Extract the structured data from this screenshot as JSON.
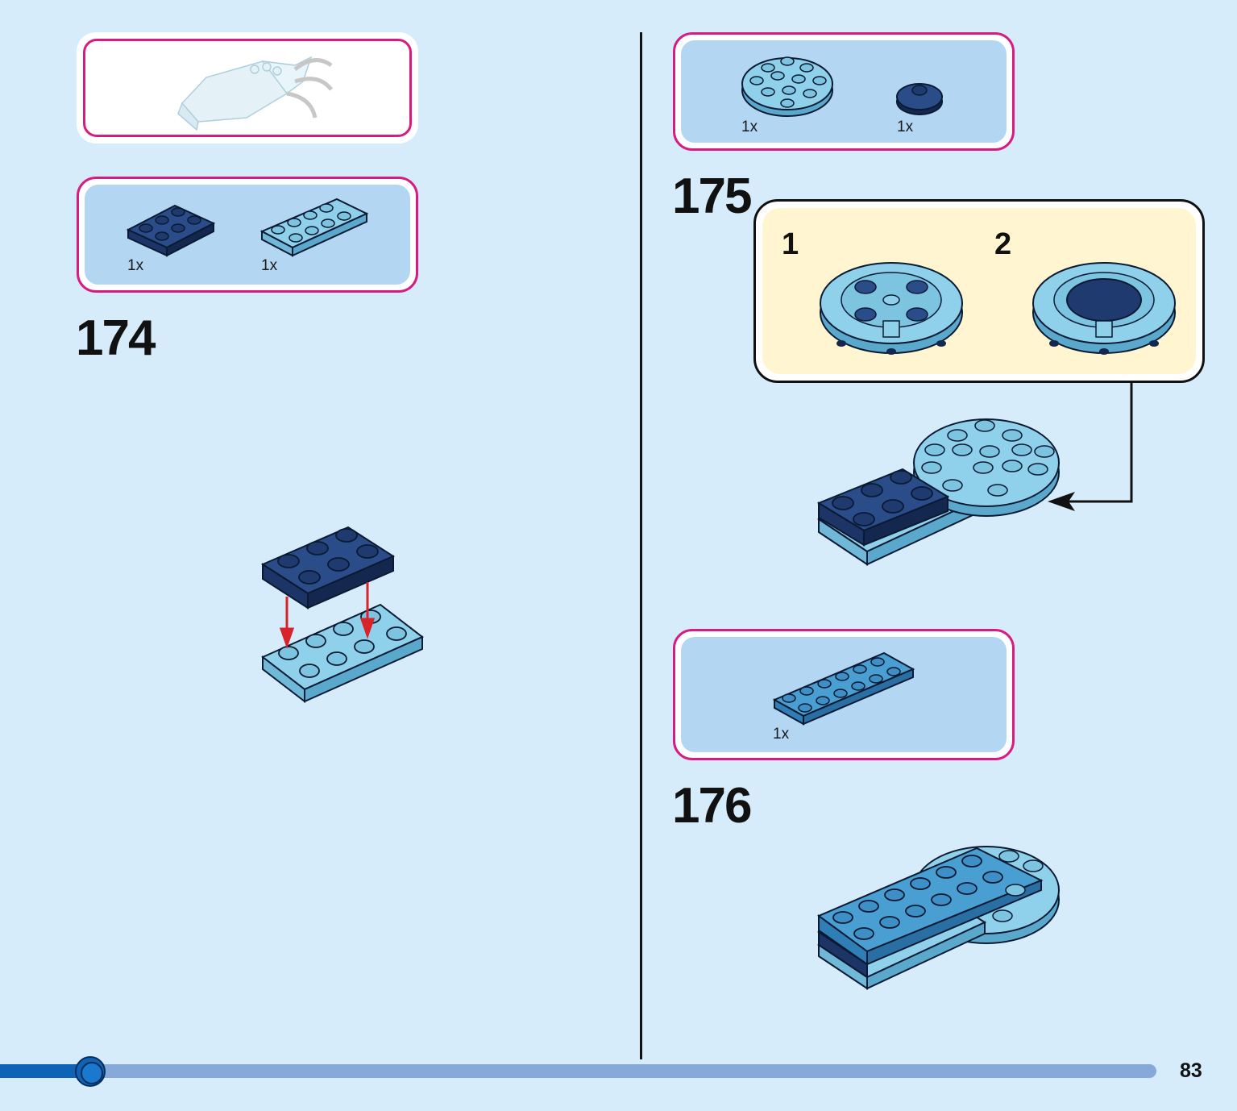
{
  "colors": {
    "background": "#d6ecfb",
    "parts_frame": "#d81b80",
    "parts_fill": "#b3d6f3",
    "callout_fill": "#fff5d1",
    "dark_blue_brick": "#1e3a6e",
    "light_blue_brick": "#7cc4e0",
    "medium_blue_brick": "#3d8fc6",
    "arrow_red": "#d8232a",
    "progress_done": "#0e63b4",
    "progress_remaining": "#86a9d9"
  },
  "left_page": {
    "preview_box": {
      "icon": "finished-model-preview-icon"
    },
    "step_174": {
      "number": "174",
      "parts": [
        {
          "icon": "dark-blue-plate-2x3-icon",
          "qty": "1x"
        },
        {
          "icon": "light-blue-plate-2x4-icon",
          "qty": "1x"
        }
      ],
      "build_icon": "step-174-assembly-icon"
    }
  },
  "right_page": {
    "step_175": {
      "number": "175",
      "parts": [
        {
          "icon": "light-blue-round-plate-icon",
          "qty": "1x"
        },
        {
          "icon": "dark-blue-round-tile-icon",
          "qty": "1x"
        }
      ],
      "callout": {
        "sub_steps": [
          {
            "number": "1",
            "icon": "turntable-base-icon"
          },
          {
            "number": "2",
            "icon": "turntable-with-tile-icon"
          }
        ]
      },
      "build_icon": "step-175-assembly-icon"
    },
    "step_176": {
      "number": "176",
      "parts": [
        {
          "icon": "medium-blue-plate-2x6-icon",
          "qty": "1x"
        }
      ],
      "build_icon": "step-176-assembly-icon"
    }
  },
  "footer": {
    "progress": 0.078,
    "page_number": "83"
  }
}
